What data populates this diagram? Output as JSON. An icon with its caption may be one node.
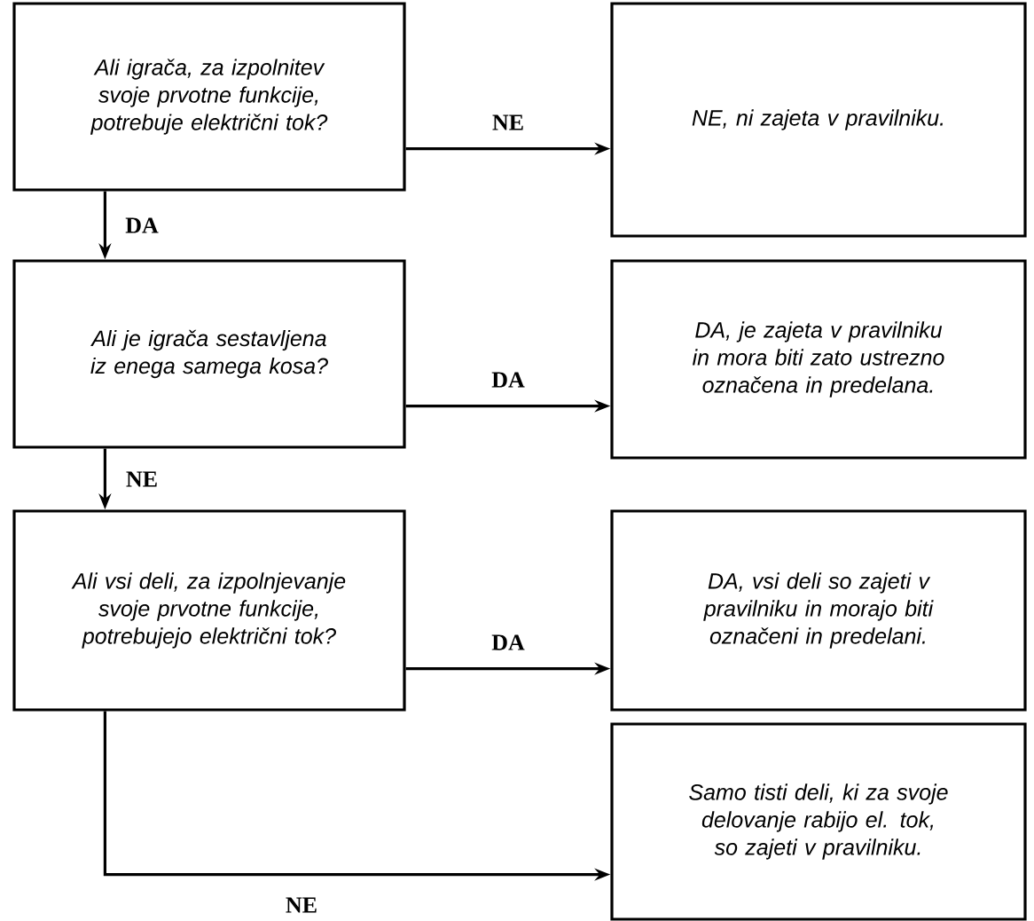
{
  "diagram": {
    "nodes": [
      {
        "text": [
          "Ali igrača, za izpolnitev svoje prvotne funkcije, potrebuje električni tok?"
        ]
      },
      {
        "text": [
          "NE, ni zajeta v pravilniku."
        ]
      },
      {
        "text": [
          "Ali je igrača sestavljena iz enega samega kosa?"
        ]
      },
      {
        "text": [
          "DA, je zajeta v pravilniku in mora biti zato ustrezno označena in predelana."
        ]
      },
      {
        "text": [
          "Ali vsi deli, za izpolnjevanje svoje prvotne funkcije, potrebujejo električni tok?"
        ]
      },
      {
        "text": [
          "DA, vsi deli so zajeti v pravilniku in morajo biti označeni in predelani."
        ]
      },
      {
        "text": [
          "Samo tisti deli, ki za svoje delovanje rabijo el. tok, so zajeti v pravilniku."
        ]
      }
    ],
    "edges": [
      {
        "from": 0,
        "to": 1,
        "arrow": "to",
        "label": "NE"
      },
      {
        "from": 0,
        "to": 2,
        "arrow": "to",
        "label": "DA"
      },
      {
        "from": 2,
        "to": 3,
        "arrow": "to",
        "label": "DA"
      },
      {
        "from": 2,
        "to": 4,
        "arrow": "to",
        "label": "NE"
      },
      {
        "from": 4,
        "to": 5,
        "arrow": "to",
        "label": "DA"
      },
      {
        "from": 4,
        "to": 6,
        "arrow": "to",
        "label": "NE"
      }
    ]
  }
}
